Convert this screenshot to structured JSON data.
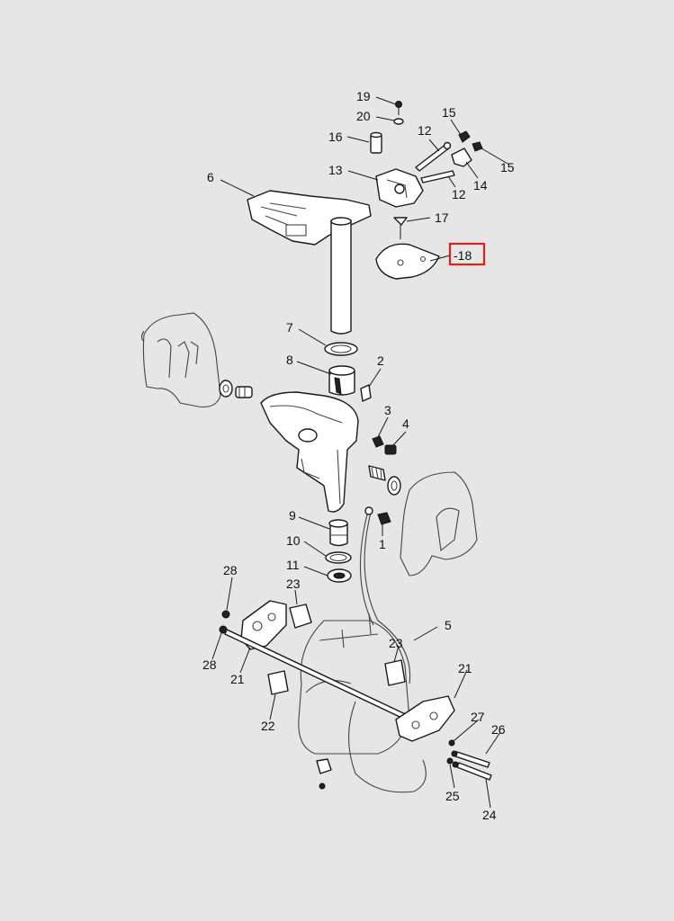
{
  "diagram": {
    "highlight_color": "#d9241b",
    "background_color": "#e6e6e6",
    "highlighted_part": "18",
    "labels": [
      {
        "id": "l19",
        "text": "19"
      },
      {
        "id": "l20",
        "text": "20"
      },
      {
        "id": "l16",
        "text": "16"
      },
      {
        "id": "l15a",
        "text": "15"
      },
      {
        "id": "l12a",
        "text": "12"
      },
      {
        "id": "l15b",
        "text": "15"
      },
      {
        "id": "l13",
        "text": "13"
      },
      {
        "id": "l14",
        "text": "14"
      },
      {
        "id": "l12b",
        "text": "12"
      },
      {
        "id": "l6",
        "text": "6"
      },
      {
        "id": "l17",
        "text": "17"
      },
      {
        "id": "l18",
        "text": "-18"
      },
      {
        "id": "l7",
        "text": "7"
      },
      {
        "id": "l8",
        "text": "8"
      },
      {
        "id": "l2",
        "text": "2"
      },
      {
        "id": "l3",
        "text": "3"
      },
      {
        "id": "l4",
        "text": "4"
      },
      {
        "id": "l9",
        "text": "9"
      },
      {
        "id": "l1",
        "text": "1"
      },
      {
        "id": "l10",
        "text": "10"
      },
      {
        "id": "l11",
        "text": "11"
      },
      {
        "id": "l28a",
        "text": "28"
      },
      {
        "id": "l23a",
        "text": "23"
      },
      {
        "id": "l5",
        "text": "5"
      },
      {
        "id": "l28b",
        "text": "28"
      },
      {
        "id": "l21a",
        "text": "21"
      },
      {
        "id": "l23b",
        "text": "23"
      },
      {
        "id": "l21b",
        "text": "21"
      },
      {
        "id": "l22",
        "text": "22"
      },
      {
        "id": "l27",
        "text": "27"
      },
      {
        "id": "l26a",
        "text": "26"
      },
      {
        "id": "l25",
        "text": "25"
      },
      {
        "id": "l24",
        "text": "24"
      }
    ]
  }
}
